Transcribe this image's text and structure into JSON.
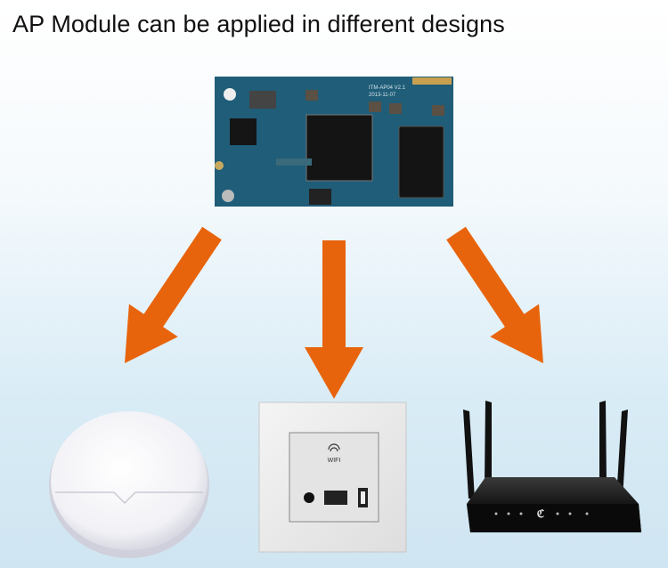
{
  "title": "AP Module can be applied in different designs",
  "module": {
    "model": "ITM-AP04  V2.1",
    "date": "2013-11-07"
  },
  "wall_panel": {
    "label": "WIFI"
  },
  "colors": {
    "arrow": "#e8640c",
    "pcb": "#1f5d78",
    "background_bottom": "#cfe5f1"
  }
}
